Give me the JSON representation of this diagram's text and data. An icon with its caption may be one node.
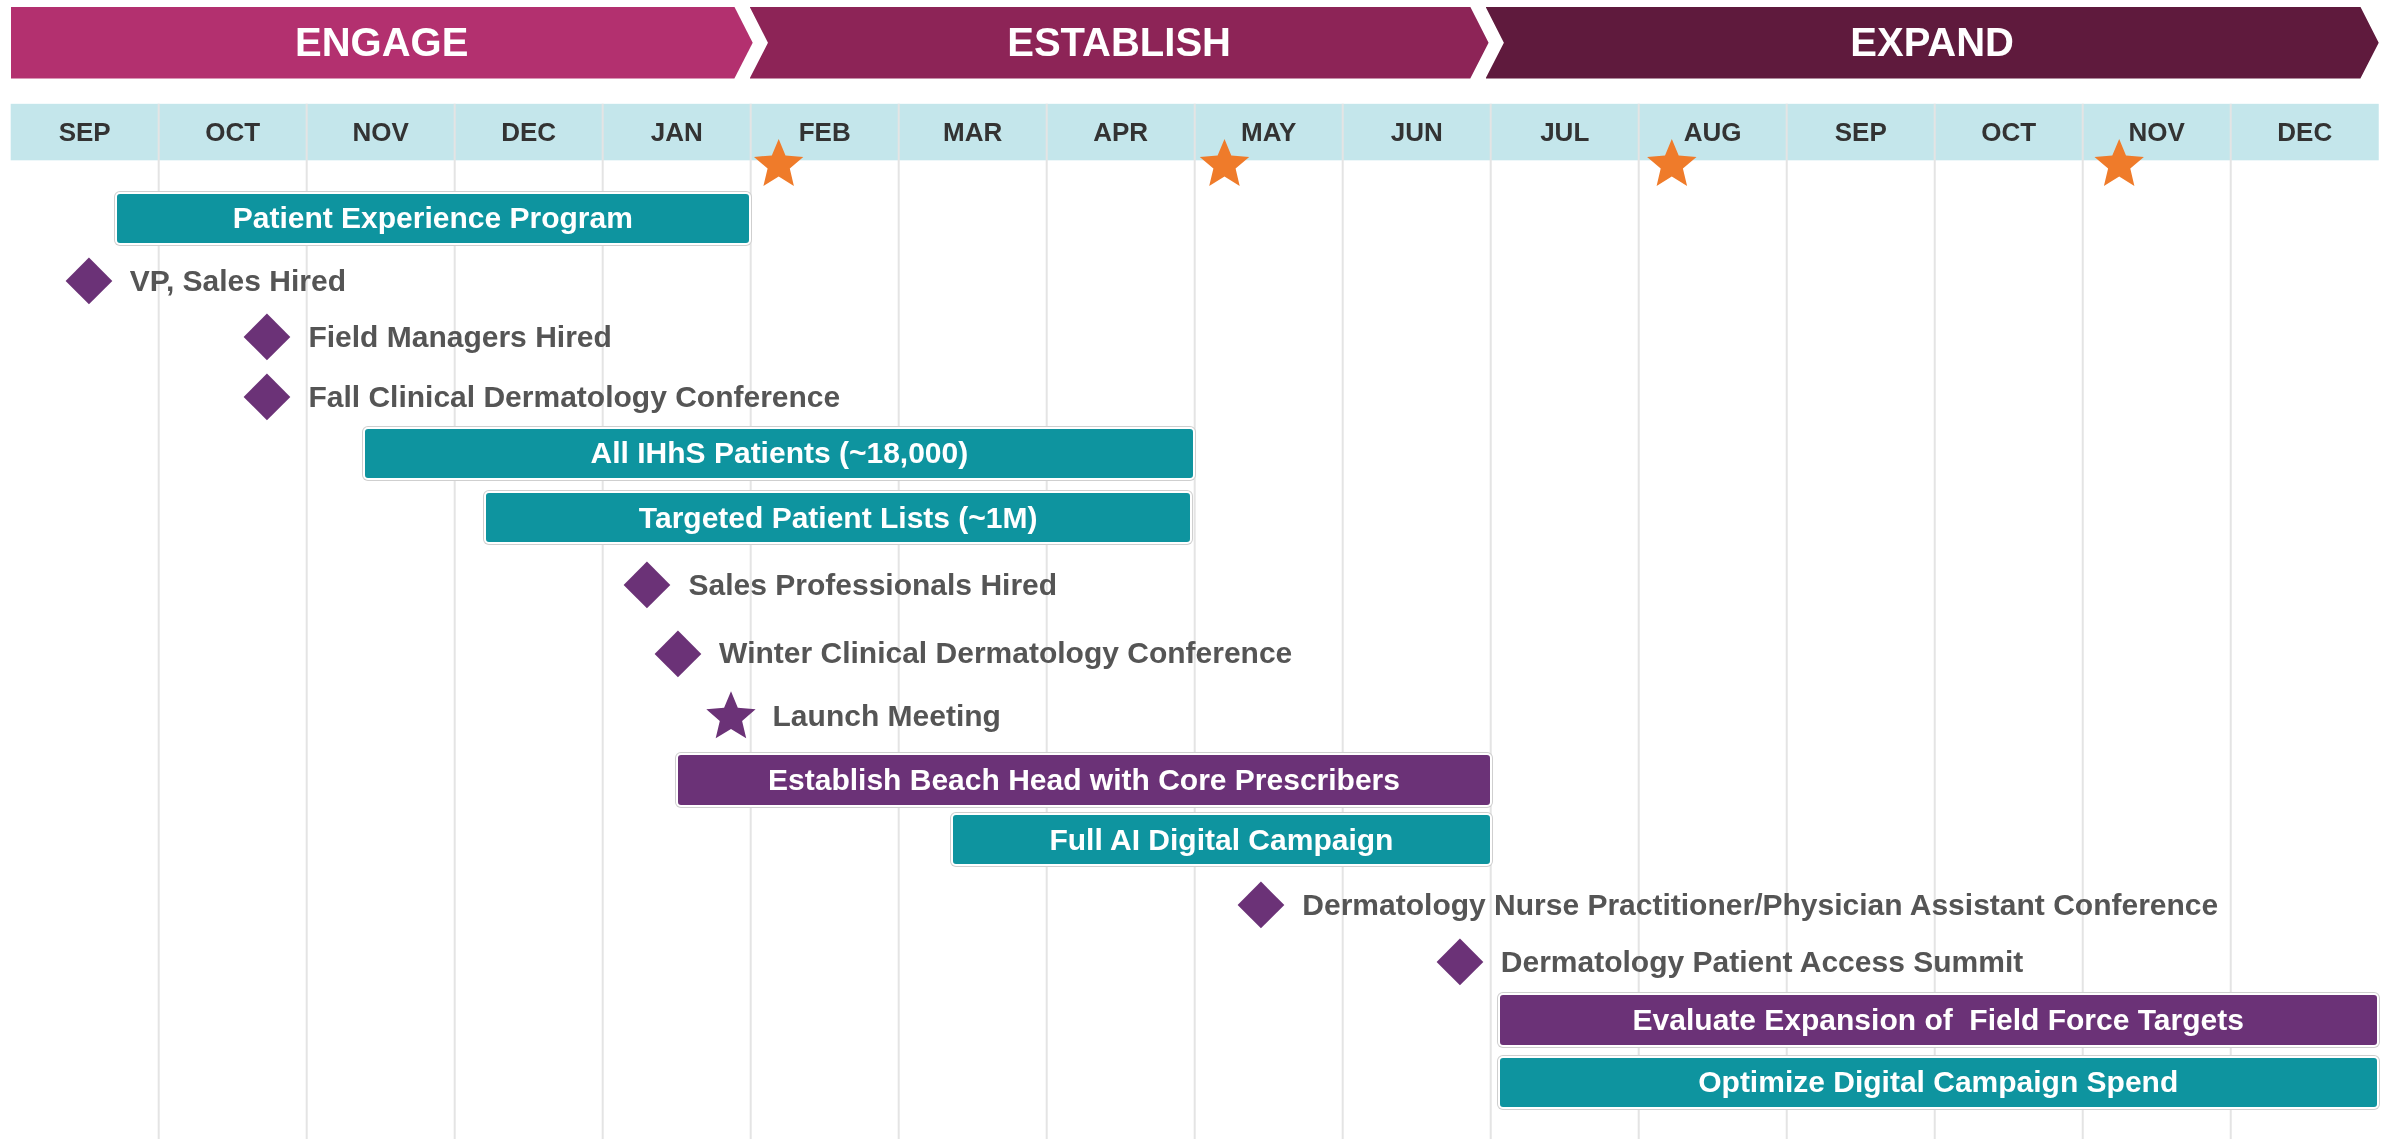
{
  "diagram": {
    "nodes": [
      {
        "text": [
          "ENGAGE"
        ]
      },
      {
        "text": [
          "ESTABLISH"
        ]
      },
      {
        "text": [
          "EXPAND"
        ]
      },
      {
        "text": [
          "Patient Experience Program"
        ]
      },
      {
        "text": [],
        "shape": "diamond",
        "beside": [
          "VP, Sales Hired"
        ]
      },
      {
        "text": [],
        "shape": "diamond",
        "beside": [
          "Field Managers Hired"
        ]
      },
      {
        "text": [],
        "shape": "diamond",
        "beside": [
          "Fall Clinical Dermatology Conference"
        ]
      },
      {
        "text": [
          "All IHhS Patients (~18,000)"
        ]
      },
      {
        "text": [
          "Targeted Patient Lists (~1M)"
        ]
      },
      {
        "text": [],
        "shape": "diamond",
        "beside": [
          "Sales Professionals Hired"
        ]
      },
      {
        "text": [],
        "shape": "diamond",
        "beside": [
          "Winter Clinical Dermatology Conference"
        ]
      },
      {
        "text": [],
        "shape": "star",
        "beside": [
          "Launch Meeting"
        ]
      },
      {
        "text": [
          "Establish Beach Head with Core Prescribers"
        ]
      },
      {
        "text": [
          "Full AI Digital Campaign"
        ]
      },
      {
        "text": [],
        "shape": "diamond",
        "beside": [
          "Dermatology Nurse Practitioner/Physician Assistant Conference"
        ]
      },
      {
        "text": [],
        "shape": "diamond",
        "beside": [
          "Dermatology Patient Access Summit"
        ]
      },
      {
        "text": [
          "Evaluate Expansion of  Field Force Targets"
        ]
      },
      {
        "text": [
          "Optimize Digital Campaign Spend"
        ]
      }
    ],
    "labels": [
      "SEP",
      "OCT",
      "NOV",
      "DEC",
      "JAN",
      "FEB",
      "MAR",
      "APR",
      "MAY",
      "JUN",
      "JUL",
      "AUG",
      "SEP",
      "OCT",
      "NOV",
      "DEC"
    ]
  }
}
